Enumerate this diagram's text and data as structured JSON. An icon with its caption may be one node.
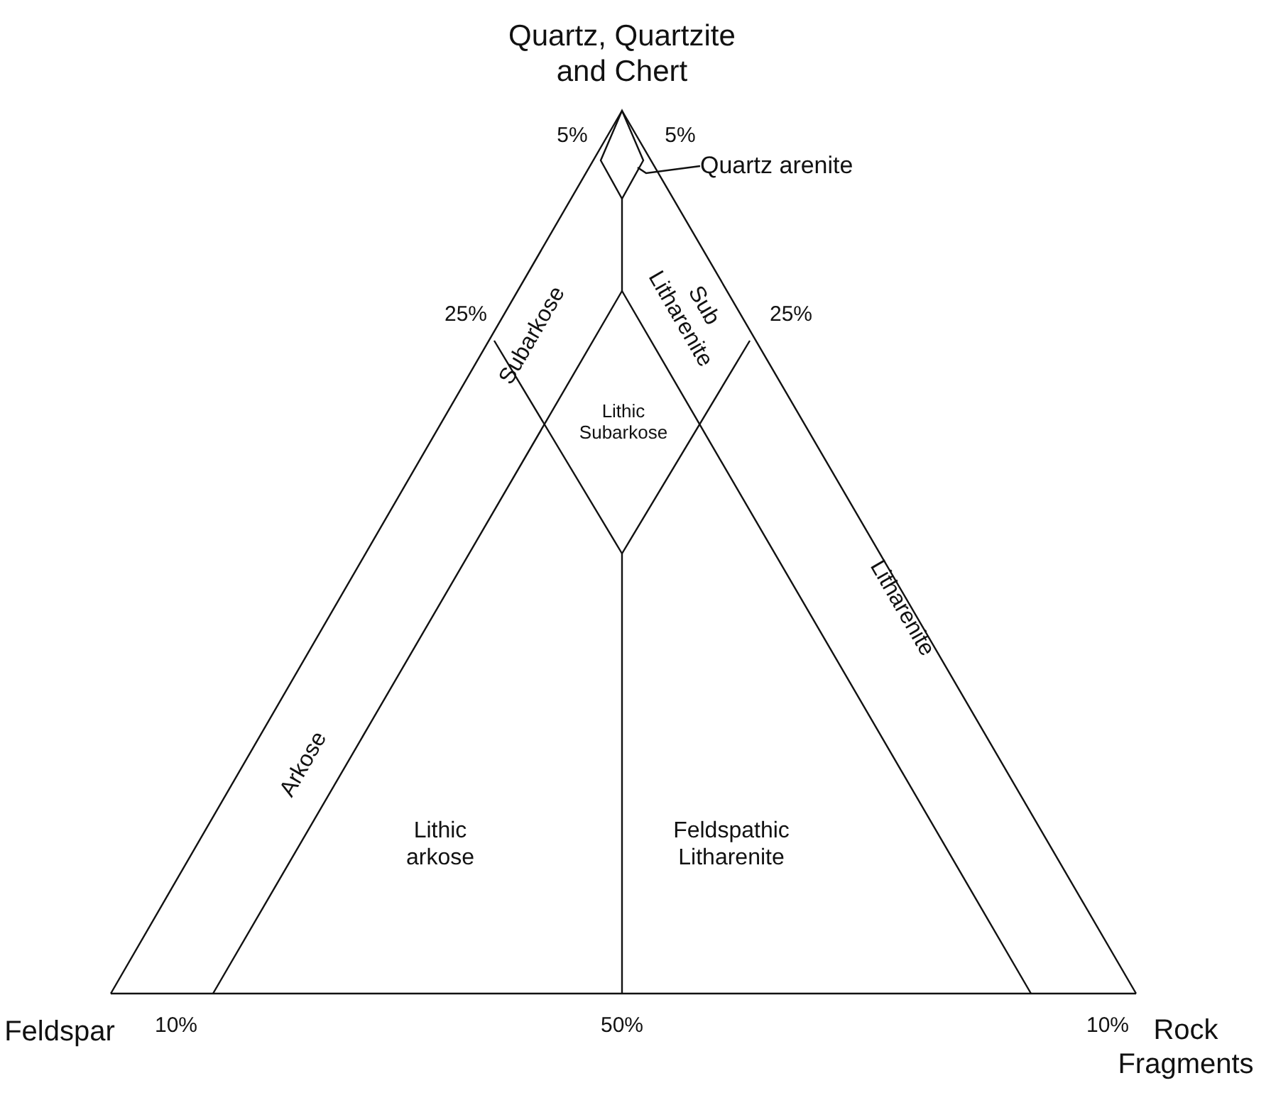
{
  "diagram": {
    "nodes": [
      {
        "text": [
          "Quartz arenite"
        ]
      },
      {
        "text": [],
        "shape": "diamond"
      }
    ],
    "edges": [
      {
        "from": 0,
        "to": 1,
        "arrow": "none"
      }
    ],
    "labels": [
      "Quartz, Quartzite and Chert",
      "5%",
      "5%",
      "Subarkose",
      "Sub Litharenite",
      "25%",
      "25%",
      "Lithic Subarkose",
      "Litharenite",
      "Arkose",
      "Lithic arkose",
      "Feldspathic Litharenite",
      "Feldspar",
      "10%",
      "50%",
      "10%",
      "Rock Fragments"
    ]
  }
}
